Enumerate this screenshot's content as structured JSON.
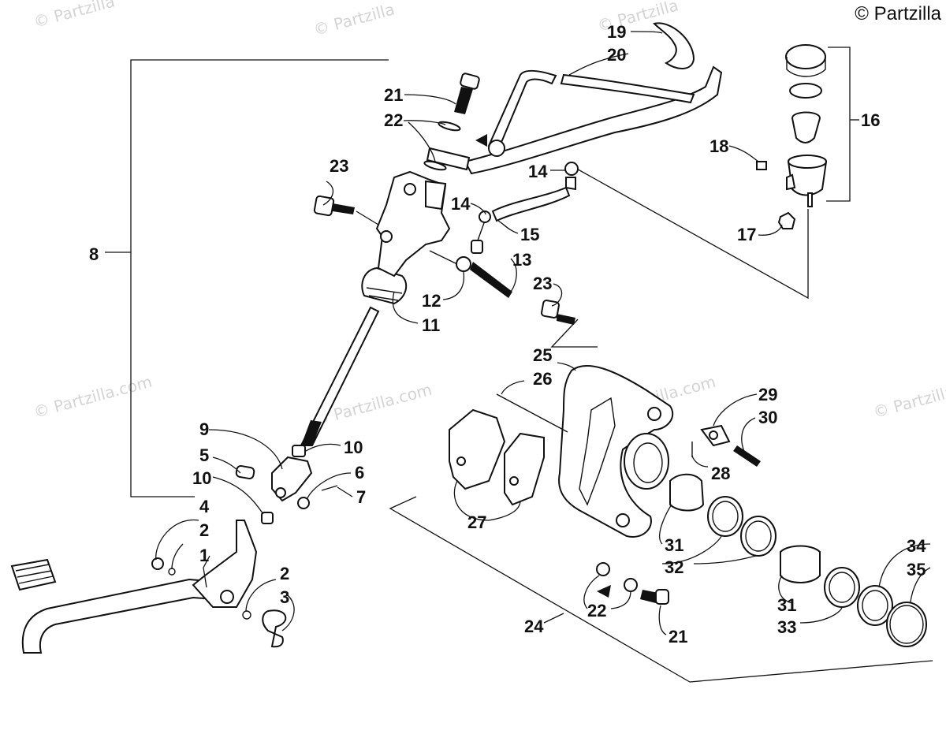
{
  "copyright": "© Partzilla",
  "watermarks": [
    "© Partzilla",
    "© Partzilla.com"
  ],
  "labels": {
    "l1": "1",
    "l2a": "2",
    "l2b": "2",
    "l3": "3",
    "l4": "4",
    "l5": "5",
    "l6": "6",
    "l7": "7",
    "l8": "8",
    "l9": "9",
    "l10a": "10",
    "l10b": "10",
    "l11": "11",
    "l12": "12",
    "l13": "13",
    "l14a": "14",
    "l14b": "14",
    "l15": "15",
    "l16": "16",
    "l17": "17",
    "l18": "18",
    "l19": "19",
    "l20": "20",
    "l21a": "21",
    "l21b": "21",
    "l22a": "22",
    "l22b": "22",
    "l23a": "23",
    "l23b": "23",
    "l24": "24",
    "l25": "25",
    "l26": "26",
    "l27": "27",
    "l28": "28",
    "l29": "29",
    "l30": "30",
    "l31a": "31",
    "l31b": "31",
    "l32": "32",
    "l33": "33",
    "l34": "34",
    "l35": "35"
  }
}
